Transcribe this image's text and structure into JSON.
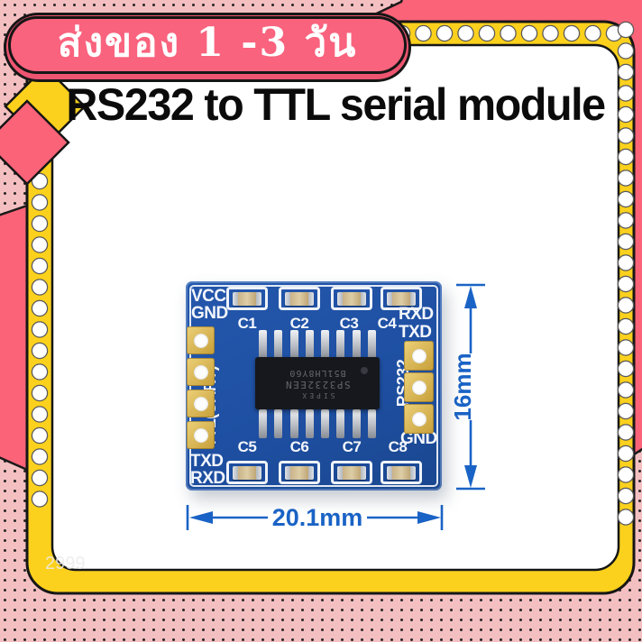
{
  "banner": {
    "text": "ส่งของ 1 -3 วัน"
  },
  "title": {
    "text": "RS232 to TTL serial module"
  },
  "pcb": {
    "top_left": {
      "line1": "VCC",
      "line2": "GND"
    },
    "top_right": {
      "line1": "RXD",
      "line2": "TXD"
    },
    "bottom_left": {
      "line1": "TXD",
      "line2": "RXD"
    },
    "bottom_right_label": "GND",
    "left_side_label": "TTL(UART)",
    "right_side_label": "RS232",
    "capacitors_top": [
      "C1",
      "C2",
      "C3",
      "C4"
    ],
    "capacitors_bottom": [
      "C5",
      "C6",
      "C7",
      "C8"
    ],
    "ic": {
      "brand": "SIPEX",
      "part": "SP3232EEN",
      "lot": "B51LH8Y60"
    }
  },
  "dimensions": {
    "height_label": "16mm",
    "width_label": "20.1mm"
  },
  "watermark": "2999",
  "colors": {
    "frame_pink": "#fa6378",
    "dotted_pink": "#f4bfc1",
    "frame_yellow": "#fcd11d",
    "banner_pink": "#f9637e",
    "banner_pink_dark": "#ee5570",
    "pcb_blue": "#1e4fa2",
    "pad_gold": "#d4ab4a",
    "silkscreen_white": "#f4f7fc",
    "dimension_blue": "#1a63c6",
    "title_black": "#0b0b0b"
  }
}
